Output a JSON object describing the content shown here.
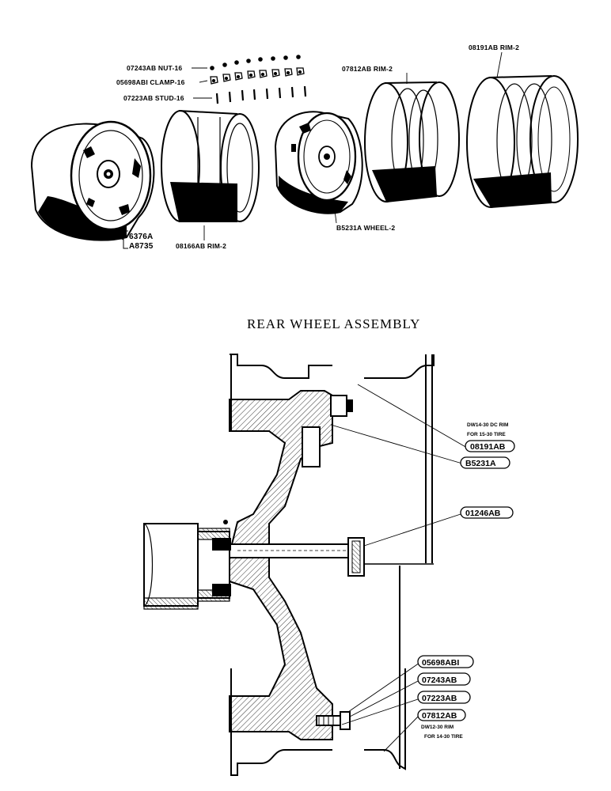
{
  "title": "REAR WHEEL ASSEMBLY",
  "exploded_view": {
    "labels": {
      "nut": "07243AB NUT-16",
      "clamp": "05698ABI CLAMP-16",
      "stud": "07223AB STUD-16",
      "rim_07812": "07812AB RIM-2",
      "rim_08191": "08191AB RIM-2",
      "rim_08166": "08166AB RIM-2",
      "wheel": "B5231A WHEEL-2",
      "part_6376": "6376A",
      "part_a8735": "A8735"
    }
  },
  "section_view": {
    "callouts": {
      "rim_outer_note_1": "DW14-30 DC RIM",
      "rim_outer_note_2": "FOR 15-30 TIRE",
      "rim_outer": "08191AB",
      "wheel": "B5231A",
      "hub": "01246AB",
      "clamp": "05698ABI",
      "nut": "07243AB",
      "stud": "07223AB",
      "rim_inner": "07812AB",
      "rim_inner_note_1": "DW12-30 RIM",
      "rim_inner_note_2": "FOR 14-30 TIRE"
    }
  }
}
